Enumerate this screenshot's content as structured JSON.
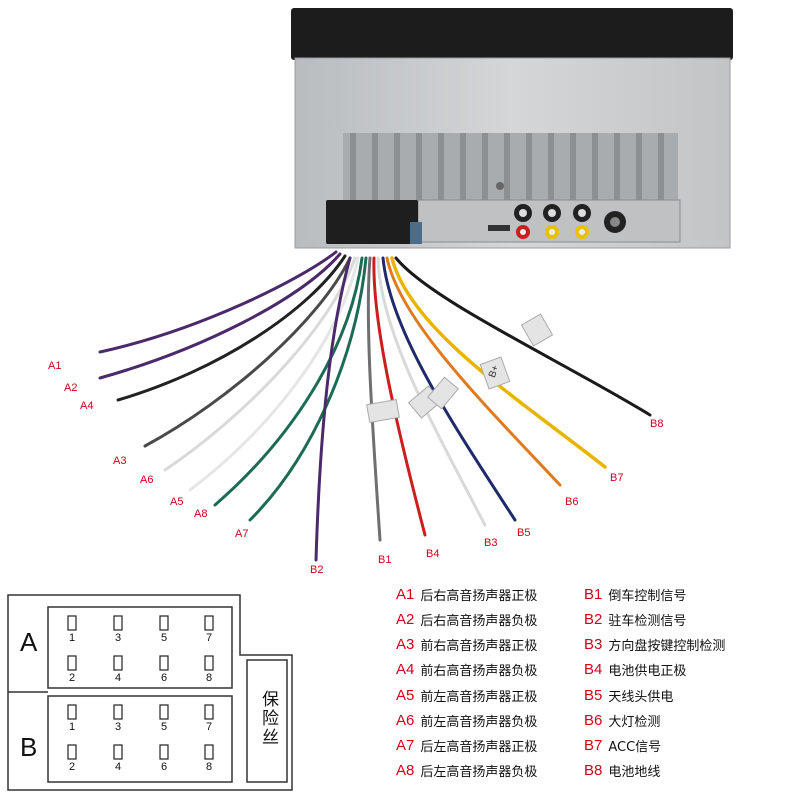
{
  "wire_labels": [
    {
      "code": "A1"
    },
    {
      "code": "A2"
    },
    {
      "code": "A4"
    },
    {
      "code": "A3"
    },
    {
      "code": "A6"
    },
    {
      "code": "A5"
    },
    {
      "code": "A8"
    },
    {
      "code": "A7"
    },
    {
      "code": "B2"
    },
    {
      "code": "B1"
    },
    {
      "code": "B4"
    },
    {
      "code": "B3"
    },
    {
      "code": "B5"
    },
    {
      "code": "B6"
    },
    {
      "code": "B7"
    },
    {
      "code": "B8"
    }
  ],
  "tape_label": "B+",
  "legend": {
    "left": [
      {
        "code": "A1",
        "desc": "后右高音扬声器正极"
      },
      {
        "code": "A2",
        "desc": "后右高音扬声器负极"
      },
      {
        "code": "A3",
        "desc": "前右高音扬声器正极"
      },
      {
        "code": "A4",
        "desc": "前右高音扬声器负极"
      },
      {
        "code": "A5",
        "desc": "前左高音扬声器正极"
      },
      {
        "code": "A6",
        "desc": "前左高音扬声器负极"
      },
      {
        "code": "A7",
        "desc": "后左高音扬声器正极"
      },
      {
        "code": "A8",
        "desc": "后左高音扬声器负极"
      }
    ],
    "right": [
      {
        "code": "B1",
        "desc": "倒车控制信号"
      },
      {
        "code": "B2",
        "desc": "驻车检测信号"
      },
      {
        "code": "B3",
        "desc": "方向盘按键控制检测"
      },
      {
        "code": "B4",
        "desc": "电池供电正极"
      },
      {
        "code": "B5",
        "desc": "天线头供电"
      },
      {
        "code": "B6",
        "desc": "大灯检测"
      },
      {
        "code": "B7",
        "desc": "ACC信号"
      },
      {
        "code": "B8",
        "desc": "电池地线"
      }
    ]
  },
  "connector": {
    "a_label": "A",
    "b_label": "B",
    "fuse_label": "保险丝",
    "pin_numbers_top": [
      "1",
      "3",
      "5",
      "7"
    ],
    "pin_numbers_bottom": [
      "2",
      "4",
      "6",
      "8"
    ]
  },
  "colors": {
    "label_red": "#d0021b",
    "purple": "#4b2a6b",
    "gray": "#6f6f6f",
    "white": "#d9d9d9",
    "green": "#1e6b55",
    "red": "#c8201f",
    "blue": "#1f2a6b",
    "orange": "#e07a1f",
    "yellow": "#e8b400",
    "black": "#1a1a1a"
  }
}
